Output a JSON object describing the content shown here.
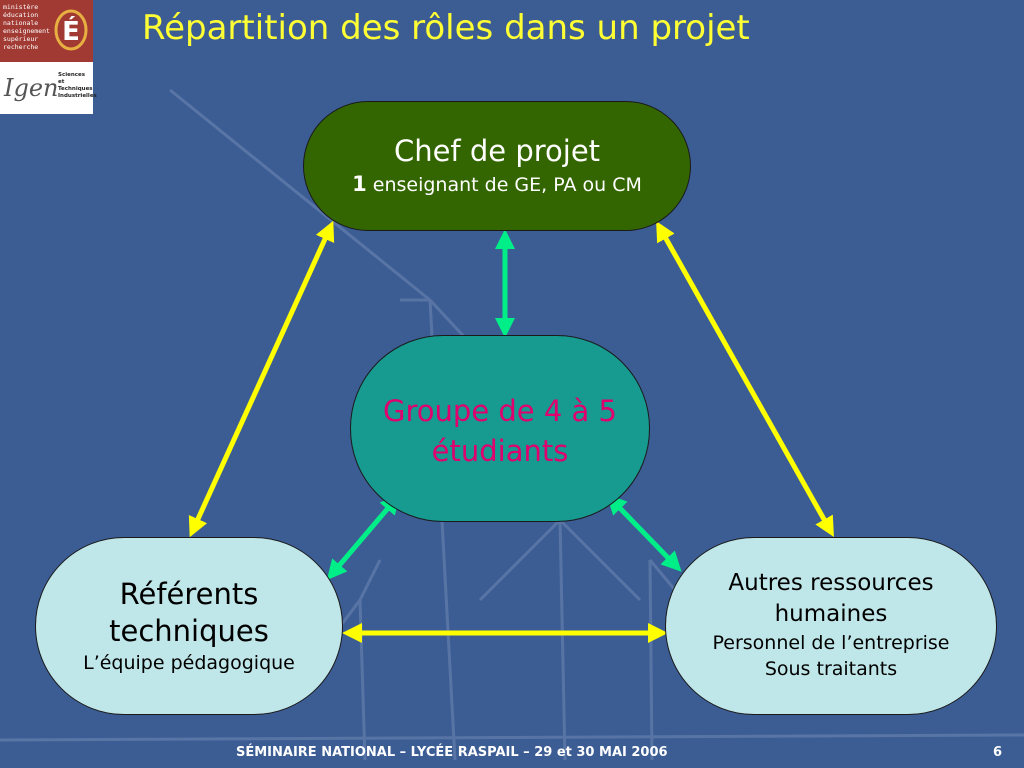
{
  "title": "Répartition des rôles dans un projet",
  "logo": {
    "ministry_lines": [
      "ministère",
      "éducation",
      "nationale",
      "enseignement",
      "supérieur",
      "recherche"
    ],
    "emblem_letter": "É",
    "igen": "Igen",
    "sti_lines": [
      "Sciences et",
      "Techniques",
      "Industrielles"
    ]
  },
  "nodes": {
    "chef": {
      "title": "Chef de projet",
      "count": "1",
      "sub": "enseignant de GE, PA ou CM"
    },
    "groupe": {
      "line1": "Groupe de 4 à 5",
      "line2": "étudiants"
    },
    "referents": {
      "line1": "Référents",
      "line2": "techniques",
      "sub": "L’équipe pédagogique"
    },
    "autres": {
      "line1": "Autres ressources",
      "line2": "humaines",
      "sub1": "Personnel de l’entreprise",
      "sub2": "Sous traitants"
    }
  },
  "footer": {
    "text": "SÉMINAIRE NATIONAL – LYCÉE RASPAIL – 29 et 30 MAI 2006",
    "page": "6"
  },
  "colors": {
    "background": "#3c5d94",
    "title": "#ffff33",
    "chef_fill": "#336600",
    "groupe_fill": "#179a90",
    "groupe_text": "#e0006e",
    "side_fill": "#bfe6e8",
    "arrow_yellow": "#ffff00",
    "arrow_green": "#00ee88"
  }
}
